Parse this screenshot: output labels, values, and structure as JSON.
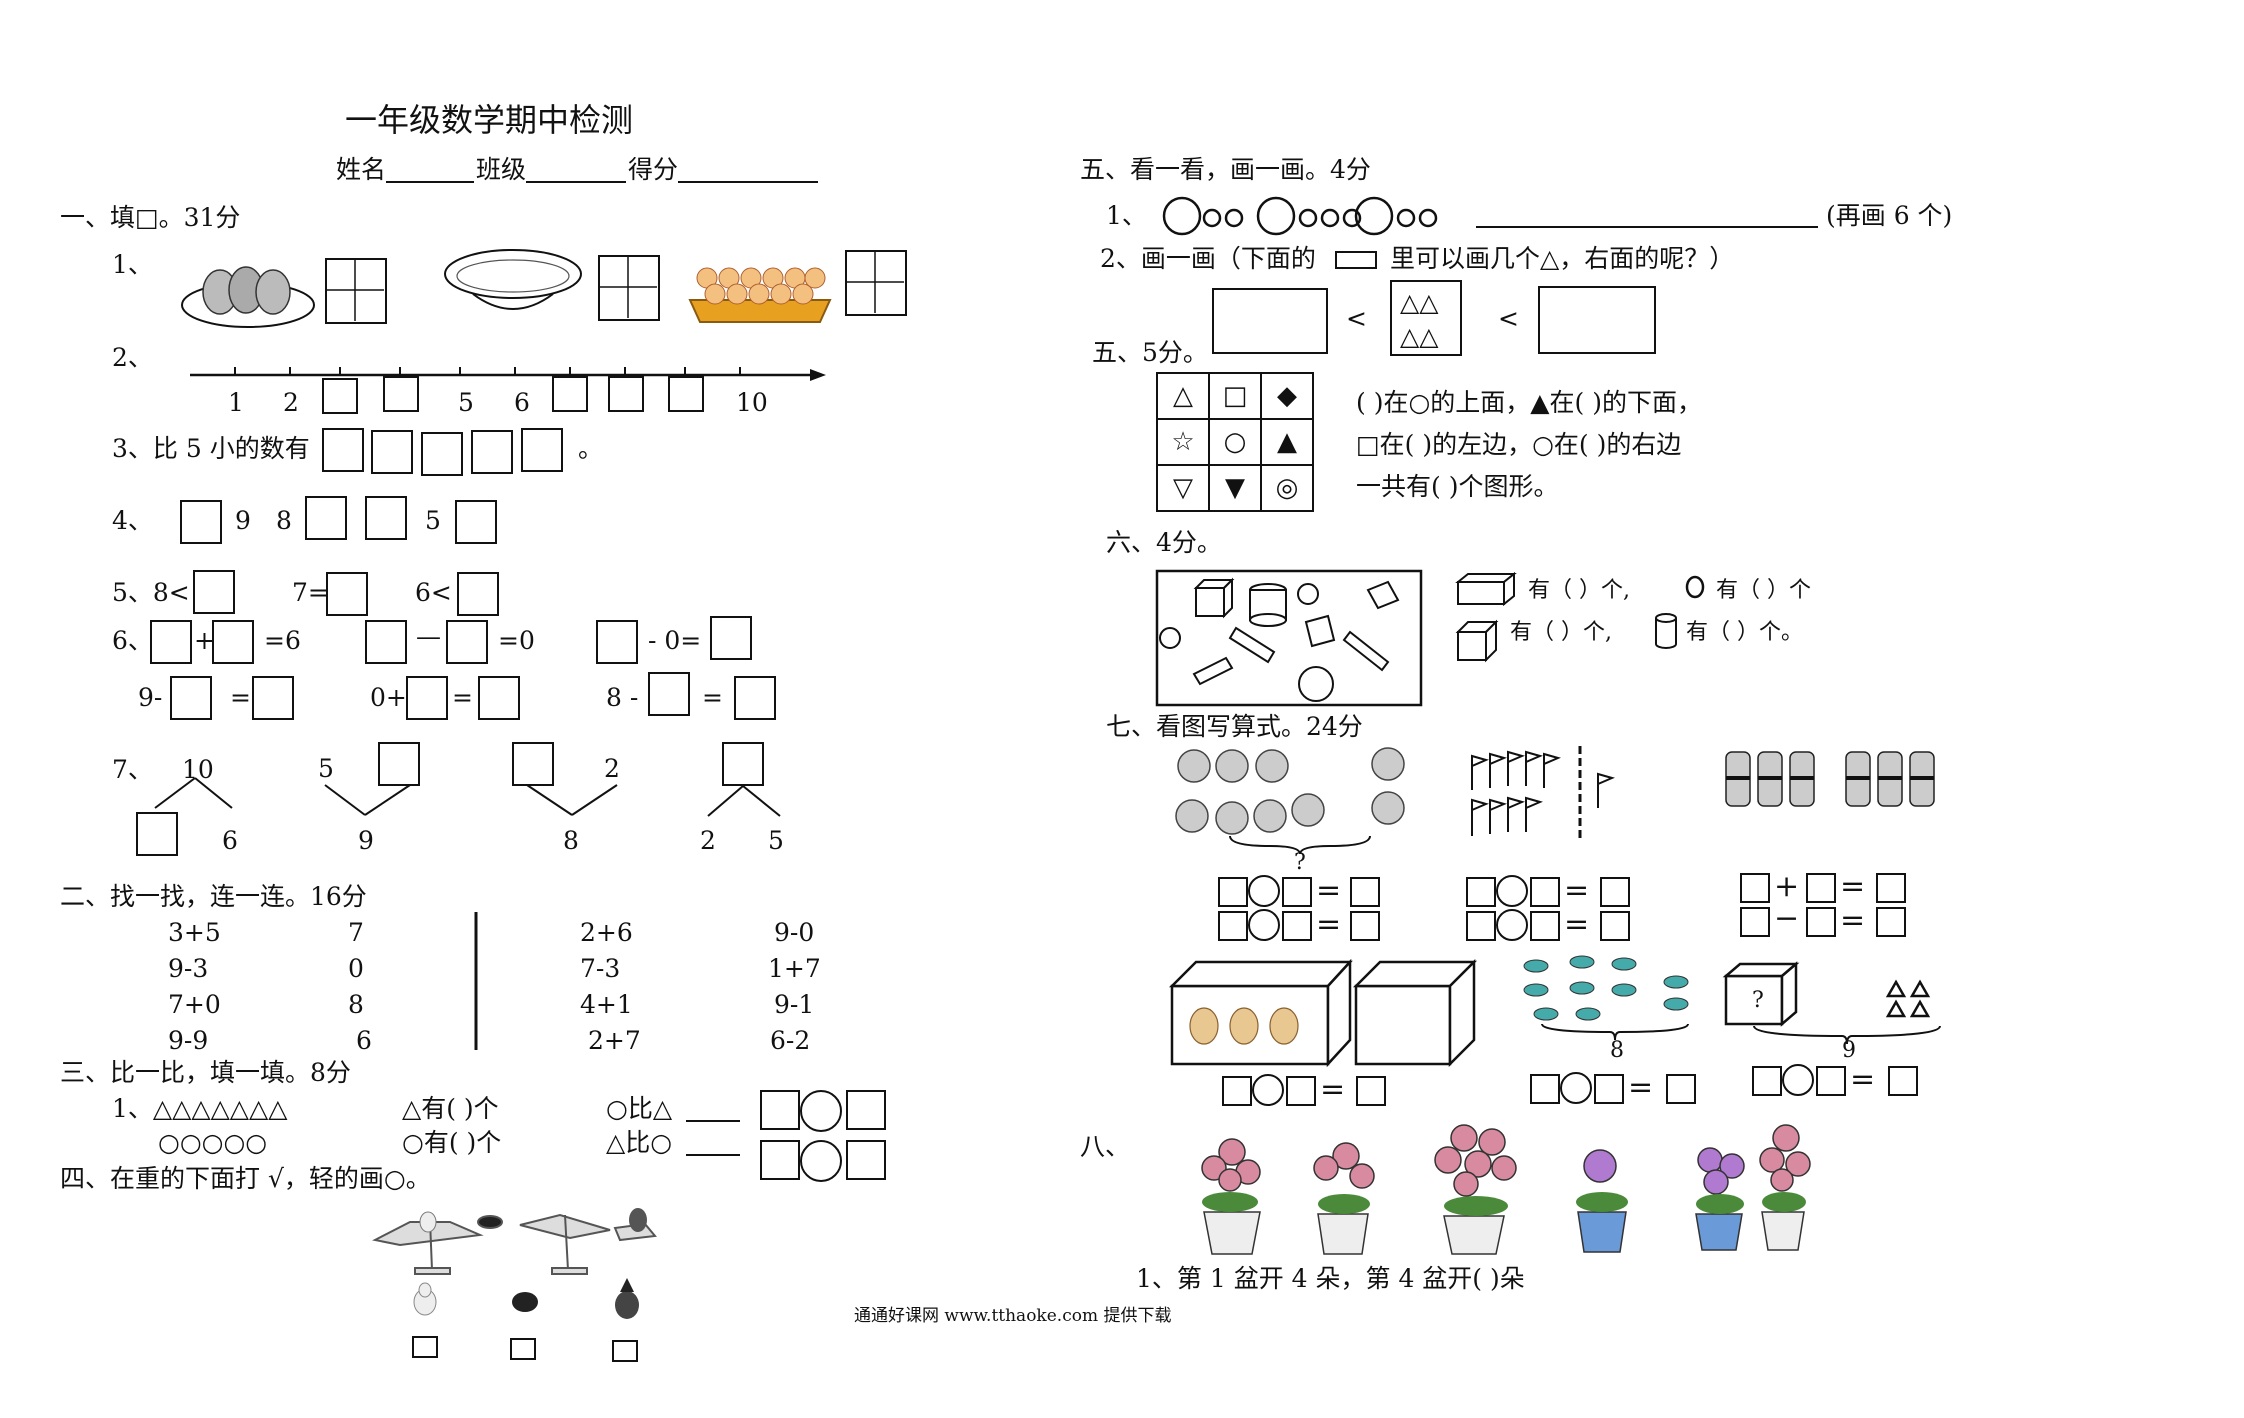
{
  "header": {
    "title": "一年级数学期中检测",
    "name_label": "姓名",
    "class_label": "班级",
    "score_label": "得分"
  },
  "s1": {
    "heading": "一、填□。31分",
    "q1": "1、",
    "q2": "2、",
    "numberline": [
      "1",
      "2",
      "5",
      "6",
      "10"
    ],
    "q3": "3、比 5 小的数有",
    "q3_end": "。",
    "q4": "4、",
    "q4_nums": [
      "9",
      "8",
      "5"
    ],
    "q5": "5、8<",
    "q5_b": "7=",
    "q5_c": "6<",
    "q6": "6、",
    "q6_plus": "+",
    "q6_eq6": "=6",
    "q6_minus": "—",
    "q6_eq0": "=0",
    "q6_zero": "- 0=",
    "r2_a": "9-",
    "r2_a_eq": "=",
    "r2_b": "0+",
    "r2_b_eq": "=",
    "r2_c": "8 -",
    "r2_c_eq": "=",
    "q7": "7、",
    "t1": [
      "10",
      "6"
    ],
    "t2": [
      "5",
      "9"
    ],
    "t3": [
      "2",
      "8"
    ],
    "t4": [
      "2",
      "5"
    ]
  },
  "s2": {
    "heading": "二、找一找，连一连。16分",
    "left_a": [
      "3+5",
      "9-3",
      "7+0",
      "9-9"
    ],
    "left_b": [
      "7",
      "0",
      "8",
      "6"
    ],
    "right_a": [
      "2+6",
      "7-3",
      "4+1",
      "2+7"
    ],
    "right_b": [
      "9-0",
      "1+7",
      "9-1",
      "6-2"
    ]
  },
  "s3": {
    "heading": "三、比一比，填一填。8分",
    "q1": "1、△△△△△△△",
    "row2": "○○○○○",
    "a1": "△有(      )个",
    "a2": "○比△",
    "b1": "○有(      )个",
    "b2": "△比○"
  },
  "s4": {
    "heading": "四、在重的下面打 √，轻的画○。"
  },
  "r5a": {
    "heading": "五、看一看，画一画。4分",
    "q1": "1、",
    "q1_note": "(再画 6 个)",
    "q2": "2、画一画（下面的",
    "q2_end": "里可以画几个△，右面的呢？）",
    "lt": "<",
    "tri": "△△"
  },
  "r5b": {
    "heading": "五、5分。",
    "grid": [
      [
        "△",
        "□",
        "◆"
      ],
      [
        "☆",
        "○",
        "▲"
      ],
      [
        "▽",
        "▼",
        "◎"
      ]
    ],
    "l1": "(      )在○的上面，▲在(        )的下面，",
    "l2": "□在(      )的左边，○在(      )的右边",
    "l3": "一共有(      )个图形。"
  },
  "r6": {
    "heading": "六、4分。",
    "a1": "有（      ）个,",
    "a2": "有（      ）个",
    "b1": "有（      ）个,",
    "b2": "有（      ）个。"
  },
  "r7": {
    "heading": "七、看图写算式。24分",
    "q": "?",
    "n8": "8",
    "n9": "9",
    "plus": "+",
    "minus": "−",
    "eq": "="
  },
  "r8": {
    "heading": "八、",
    "q1": "1、第 1 盆开 4 朵，第 4 盆开(        )朵"
  },
  "footer": "通通好课网 www.tthaoke.com 提供下载"
}
